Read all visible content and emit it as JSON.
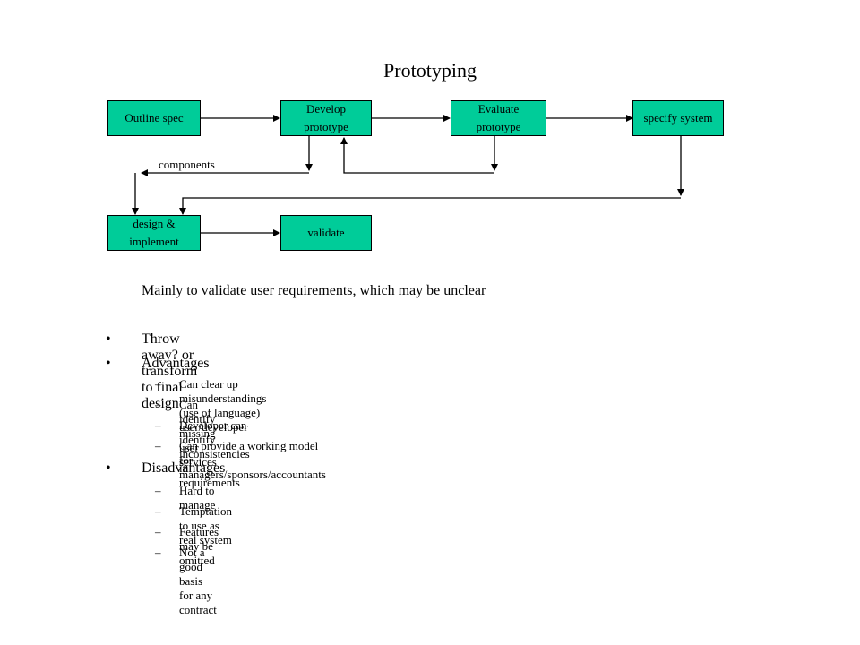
{
  "title": "Prototyping",
  "diagram": {
    "nodes": {
      "outline_spec": "Outline spec",
      "develop_prototype": [
        "Develop",
        "prototype"
      ],
      "evaluate_prototype": [
        "Evaluate",
        "prototype"
      ],
      "specify_system": "specify system",
      "design_implement": [
        "design &",
        "implement"
      ],
      "validate": "validate"
    },
    "edge_labels": {
      "components": "components"
    },
    "colors": {
      "box_fill": "#00cc99",
      "line": "#000000"
    }
  },
  "intro": "Mainly to validate user requirements, which may be unclear",
  "bullets": [
    {
      "text": "Throw away? or transform to final design",
      "items": []
    },
    {
      "text": "Advantages",
      "items": [
        "Can clear up misunderstandings (use of language) user/developer",
        "Can identify missing user services",
        "Developer can identify inconsistencies in requirements",
        "Can provide a working model for managers/sponsors/accountants"
      ]
    },
    {
      "text": "Disadvantages",
      "items": [
        "Hard to manage",
        "Temptation to use as real system",
        "Features may be omitted",
        "Not a good basis for any contract"
      ]
    }
  ]
}
